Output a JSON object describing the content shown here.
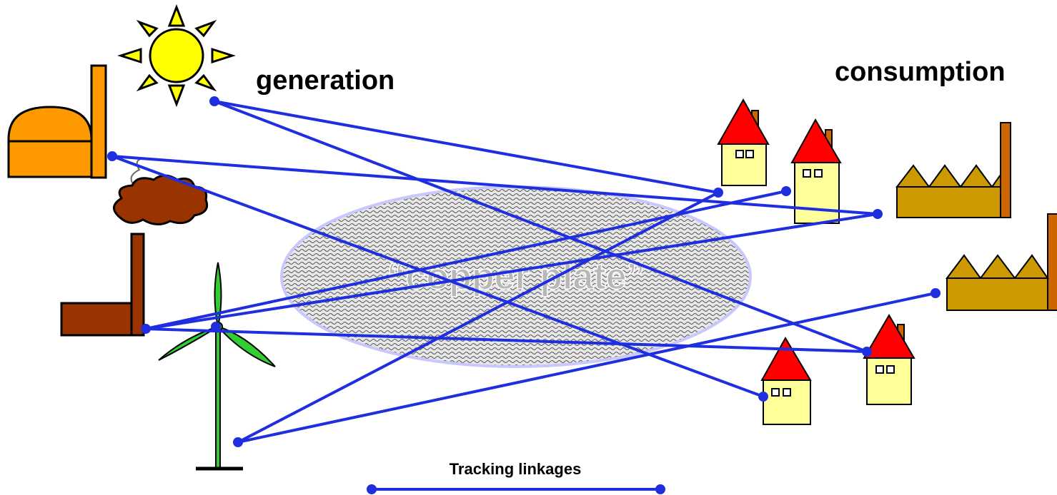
{
  "headings": {
    "generation": "generation",
    "consumption": "consumption"
  },
  "plate_label": "“copper plate”",
  "legend": {
    "label": "Tracking linkages"
  },
  "colors": {
    "link": "#1f2fe0",
    "house_wall": "#ffff99",
    "house_roof": "#ff0000",
    "factory": "#cc9900",
    "chimney": "#cc6600",
    "biogas": "#ff9900",
    "sun": "#ffff00",
    "coal_plant": "#993300",
    "wind": "#33cc33",
    "plate_fill": "#d0d0d0",
    "plate_edge": "#c8c8ff"
  },
  "icons": [
    "sun-icon",
    "biogas-plant-icon",
    "coal-plant-icon",
    "wind-turbine-icon",
    "house-icon",
    "factory-icon"
  ]
}
